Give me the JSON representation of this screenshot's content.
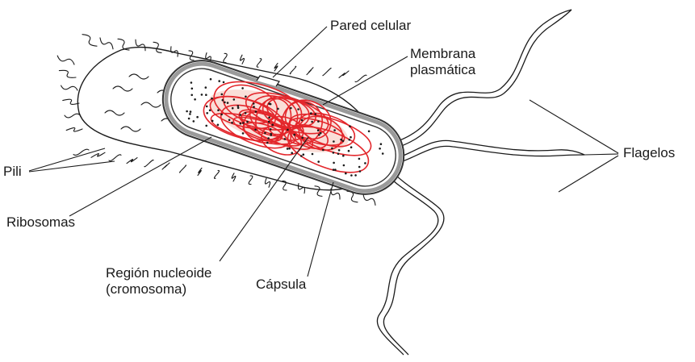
{
  "labels": {
    "pared_celular": "Pared celular",
    "membrana_line1": "Membrana",
    "membrana_line2": "plasmática",
    "flagelos": "Flagelos",
    "pili": "Pili",
    "ribosomas": "Ribosomas",
    "region_line1": "Región nucleoide",
    "region_line2": "(cromosoma)",
    "capsula": "Cápsula"
  },
  "colors": {
    "line": "#1a1a1a",
    "cell_wall": "#9a9a9a",
    "cell_wall_dark": "#333333",
    "nucleoid": "#e3262b",
    "nucleoid_glow": "#f4b6a8",
    "cytoplasm": "#ffffff"
  }
}
